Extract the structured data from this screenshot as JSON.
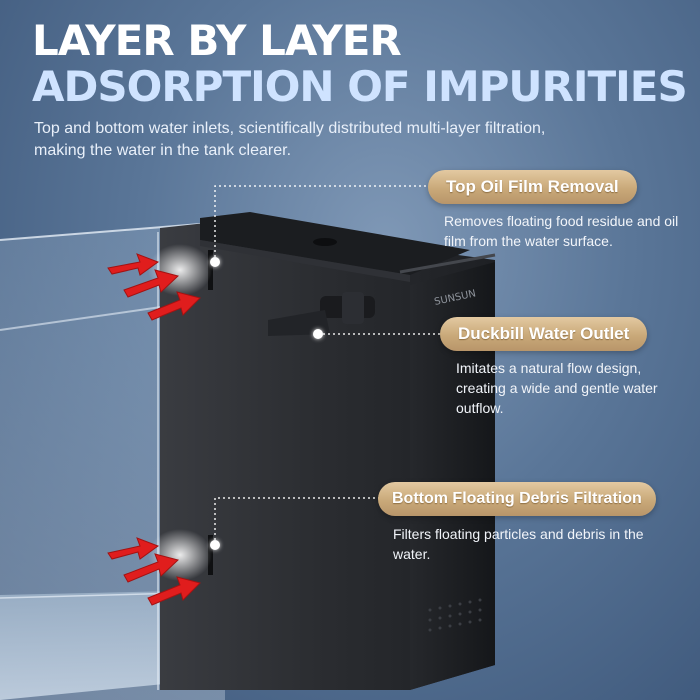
{
  "headline": {
    "line1": "LAYER BY LAYER",
    "line2": "ADSORPTION OF IMPURITIES"
  },
  "intro": "Top and bottom water inlets, scientifically distributed multi-layer filtration, making the water in the tank clearer.",
  "brand": "SUNSUN",
  "features": [
    {
      "title": "Top Oil Film Removal",
      "description": "Removes floating food residue and oil film from the water surface."
    },
    {
      "title": "Duckbill Water Outlet",
      "description": "Imitates a natural flow design, creating a wide and gentle water outflow."
    },
    {
      "title": "Bottom Floating Debris Filtration",
      "description": "Filters floating particles and debris in the water."
    }
  ],
  "colors": {
    "accent_pill": "#c9a979",
    "arrow": "#e01d1d",
    "filter_body": "#2b2d31"
  }
}
